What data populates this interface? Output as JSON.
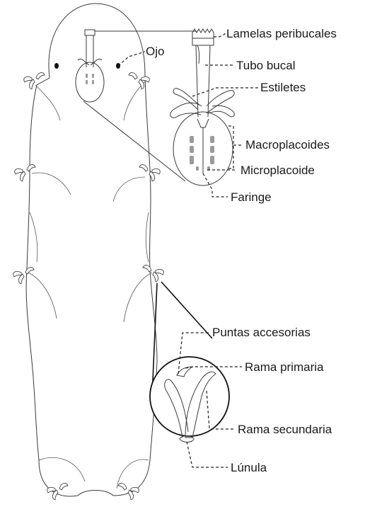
{
  "figure": {
    "labels": {
      "lamelas": "Lamelas peribucales",
      "ojo": "Ojo",
      "tubo": "Tubo bucal",
      "estiletes": "Estiletes",
      "macro": "Macroplacoides",
      "micro": "Microplacoide",
      "faringe": "Faringe",
      "puntas": "Puntas accesorias",
      "primaria": "Rama primaria",
      "secundaria": "Rama secundaria",
      "lunula": "Lúnula"
    }
  }
}
